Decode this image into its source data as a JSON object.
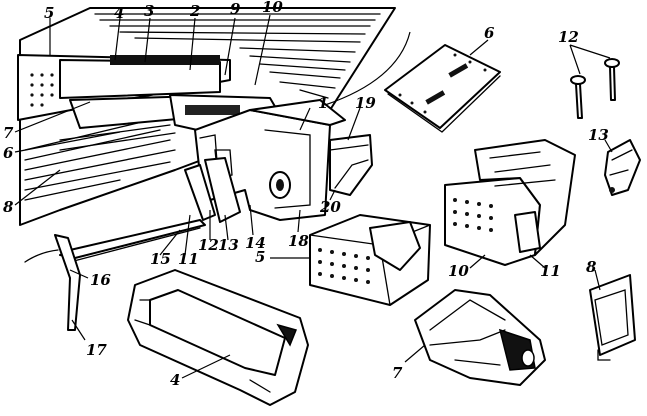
{
  "diagram": {
    "callouts": [
      {
        "id": "c5a",
        "text": "5"
      },
      {
        "id": "c4a",
        "text": "4"
      },
      {
        "id": "c3",
        "text": "3"
      },
      {
        "id": "c2",
        "text": "2"
      },
      {
        "id": "c9",
        "text": "9"
      },
      {
        "id": "c10a",
        "text": "10"
      },
      {
        "id": "c1",
        "text": "1"
      },
      {
        "id": "c19",
        "text": "19"
      },
      {
        "id": "c20",
        "text": "20"
      },
      {
        "id": "c18",
        "text": "18"
      },
      {
        "id": "c14",
        "text": "14"
      },
      {
        "id": "c13a",
        "text": "13"
      },
      {
        "id": "c12a",
        "text": "12"
      },
      {
        "id": "c11a",
        "text": "11"
      },
      {
        "id": "c15",
        "text": "15"
      },
      {
        "id": "c16",
        "text": "16"
      },
      {
        "id": "c17",
        "text": "17"
      },
      {
        "id": "c7a",
        "text": "7"
      },
      {
        "id": "c6a",
        "text": "6"
      },
      {
        "id": "c8a",
        "text": "8"
      },
      {
        "id": "c5b",
        "text": "5"
      },
      {
        "id": "c4b",
        "text": "4"
      },
      {
        "id": "c6b",
        "text": "6"
      },
      {
        "id": "c12b",
        "text": "12"
      },
      {
        "id": "c13b",
        "text": "13"
      },
      {
        "id": "c10b",
        "text": "10"
      },
      {
        "id": "c11b",
        "text": "11"
      },
      {
        "id": "c8b",
        "text": "8"
      },
      {
        "id": "c7b",
        "text": "7"
      }
    ]
  }
}
